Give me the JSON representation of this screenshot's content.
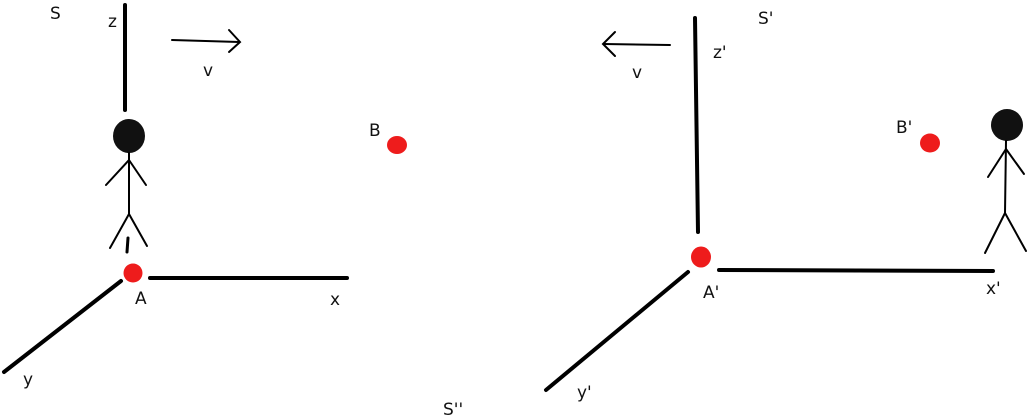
{
  "colors": {
    "point": "#ee1c1c",
    "line": "#000000",
    "background": "#ffffff"
  },
  "frame_s": {
    "frame_label": "S",
    "axis_z": "z",
    "axis_x": "x",
    "axis_y": "y",
    "velocity": "v",
    "point_a": "A",
    "point_b": "B"
  },
  "frame_s_prime": {
    "frame_label": "S'",
    "axis_z": "z'",
    "axis_x": "x'",
    "axis_y": "y'",
    "velocity": "v",
    "point_a": "A'",
    "point_b": "B'"
  },
  "caption": "S''"
}
